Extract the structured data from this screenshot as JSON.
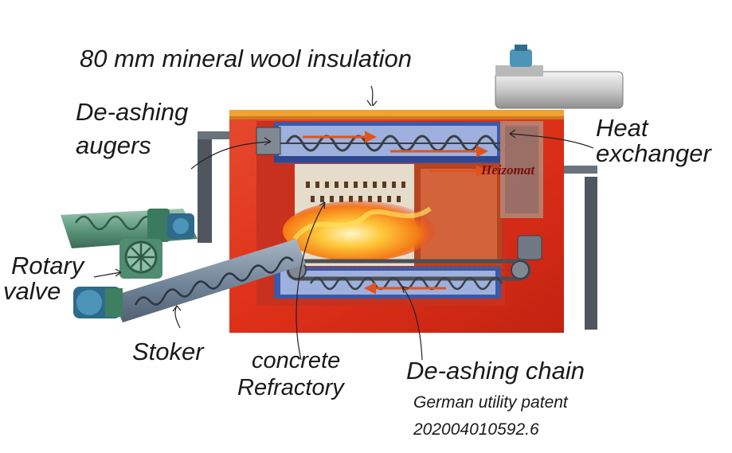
{
  "labels": {
    "insulation": "80 mm mineral wool insulation",
    "deashing_augers_line1": "De-ashing",
    "deashing_augers_line2": "augers",
    "heat_exchanger_line1": "Heat",
    "heat_exchanger_line2": "exchanger",
    "rotary_valve_line1": "Rotary",
    "rotary_valve_line2": "valve",
    "stoker": "Stoker",
    "refractory_line1": "concrete",
    "refractory_line2": "Refractory",
    "deashing_chain": "De-ashing chain",
    "patent_line1": "German utility patent",
    "patent_line2": "202004010592.6"
  },
  "brand_logo": "Heizomat",
  "colors": {
    "boiler_red": "#e0321c",
    "insulation_band": "#f0a232",
    "exchanger_blue": "#7d8fc4",
    "refractory": "#e6dccb",
    "flame": "#ffb41e",
    "feeder_green": "#4f8c72",
    "steel_grey": "#5c6470"
  }
}
